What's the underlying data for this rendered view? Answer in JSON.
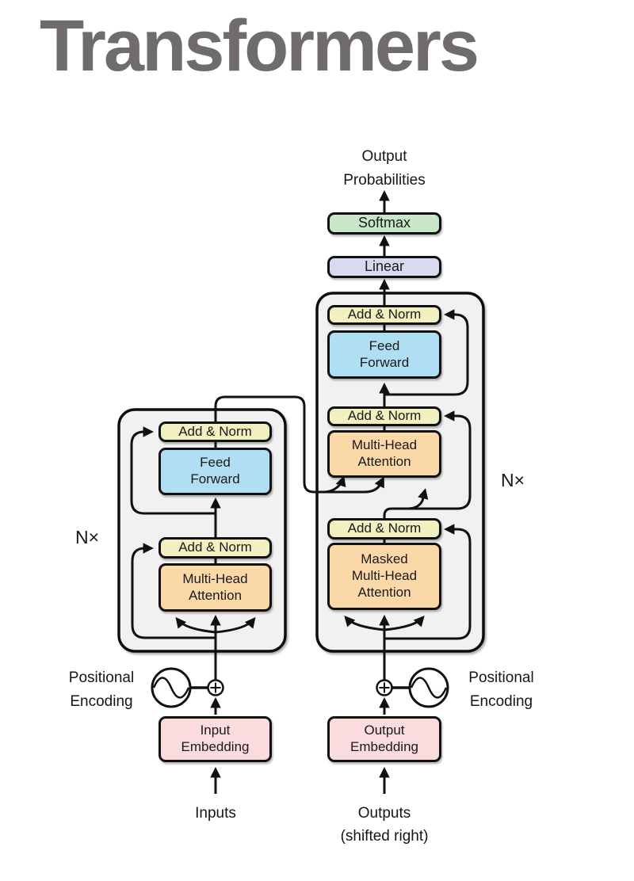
{
  "title": "Transformers",
  "colors": {
    "title_gray": "#716c6c",
    "line_black": "#111111",
    "block_background": "#f1f1f1",
    "box_yellow": "#f2efc0",
    "box_blue": "#b0def3",
    "box_orange": "#fad8a8",
    "box_green": "#c7e7c8",
    "box_lavender": "#d8dbf0",
    "box_pink": "#fadbde"
  },
  "diagram": {
    "output_probabilities": "Output\nProbabilities",
    "softmax": "Softmax",
    "linear": "Linear",
    "add_norm": "Add & Norm",
    "feed_forward": "Feed\nForward",
    "multi_head_attention": "Multi-Head\nAttention",
    "masked_multi_head_attention": "Masked\nMulti-Head\nAttention",
    "input_embedding": "Input\nEmbedding",
    "output_embedding": "Output\nEmbedding",
    "positional_encoding": "Positional\nEncoding",
    "inputs": "Inputs",
    "outputs_shifted": "Outputs\n(shifted right)",
    "n_times": "N×"
  }
}
